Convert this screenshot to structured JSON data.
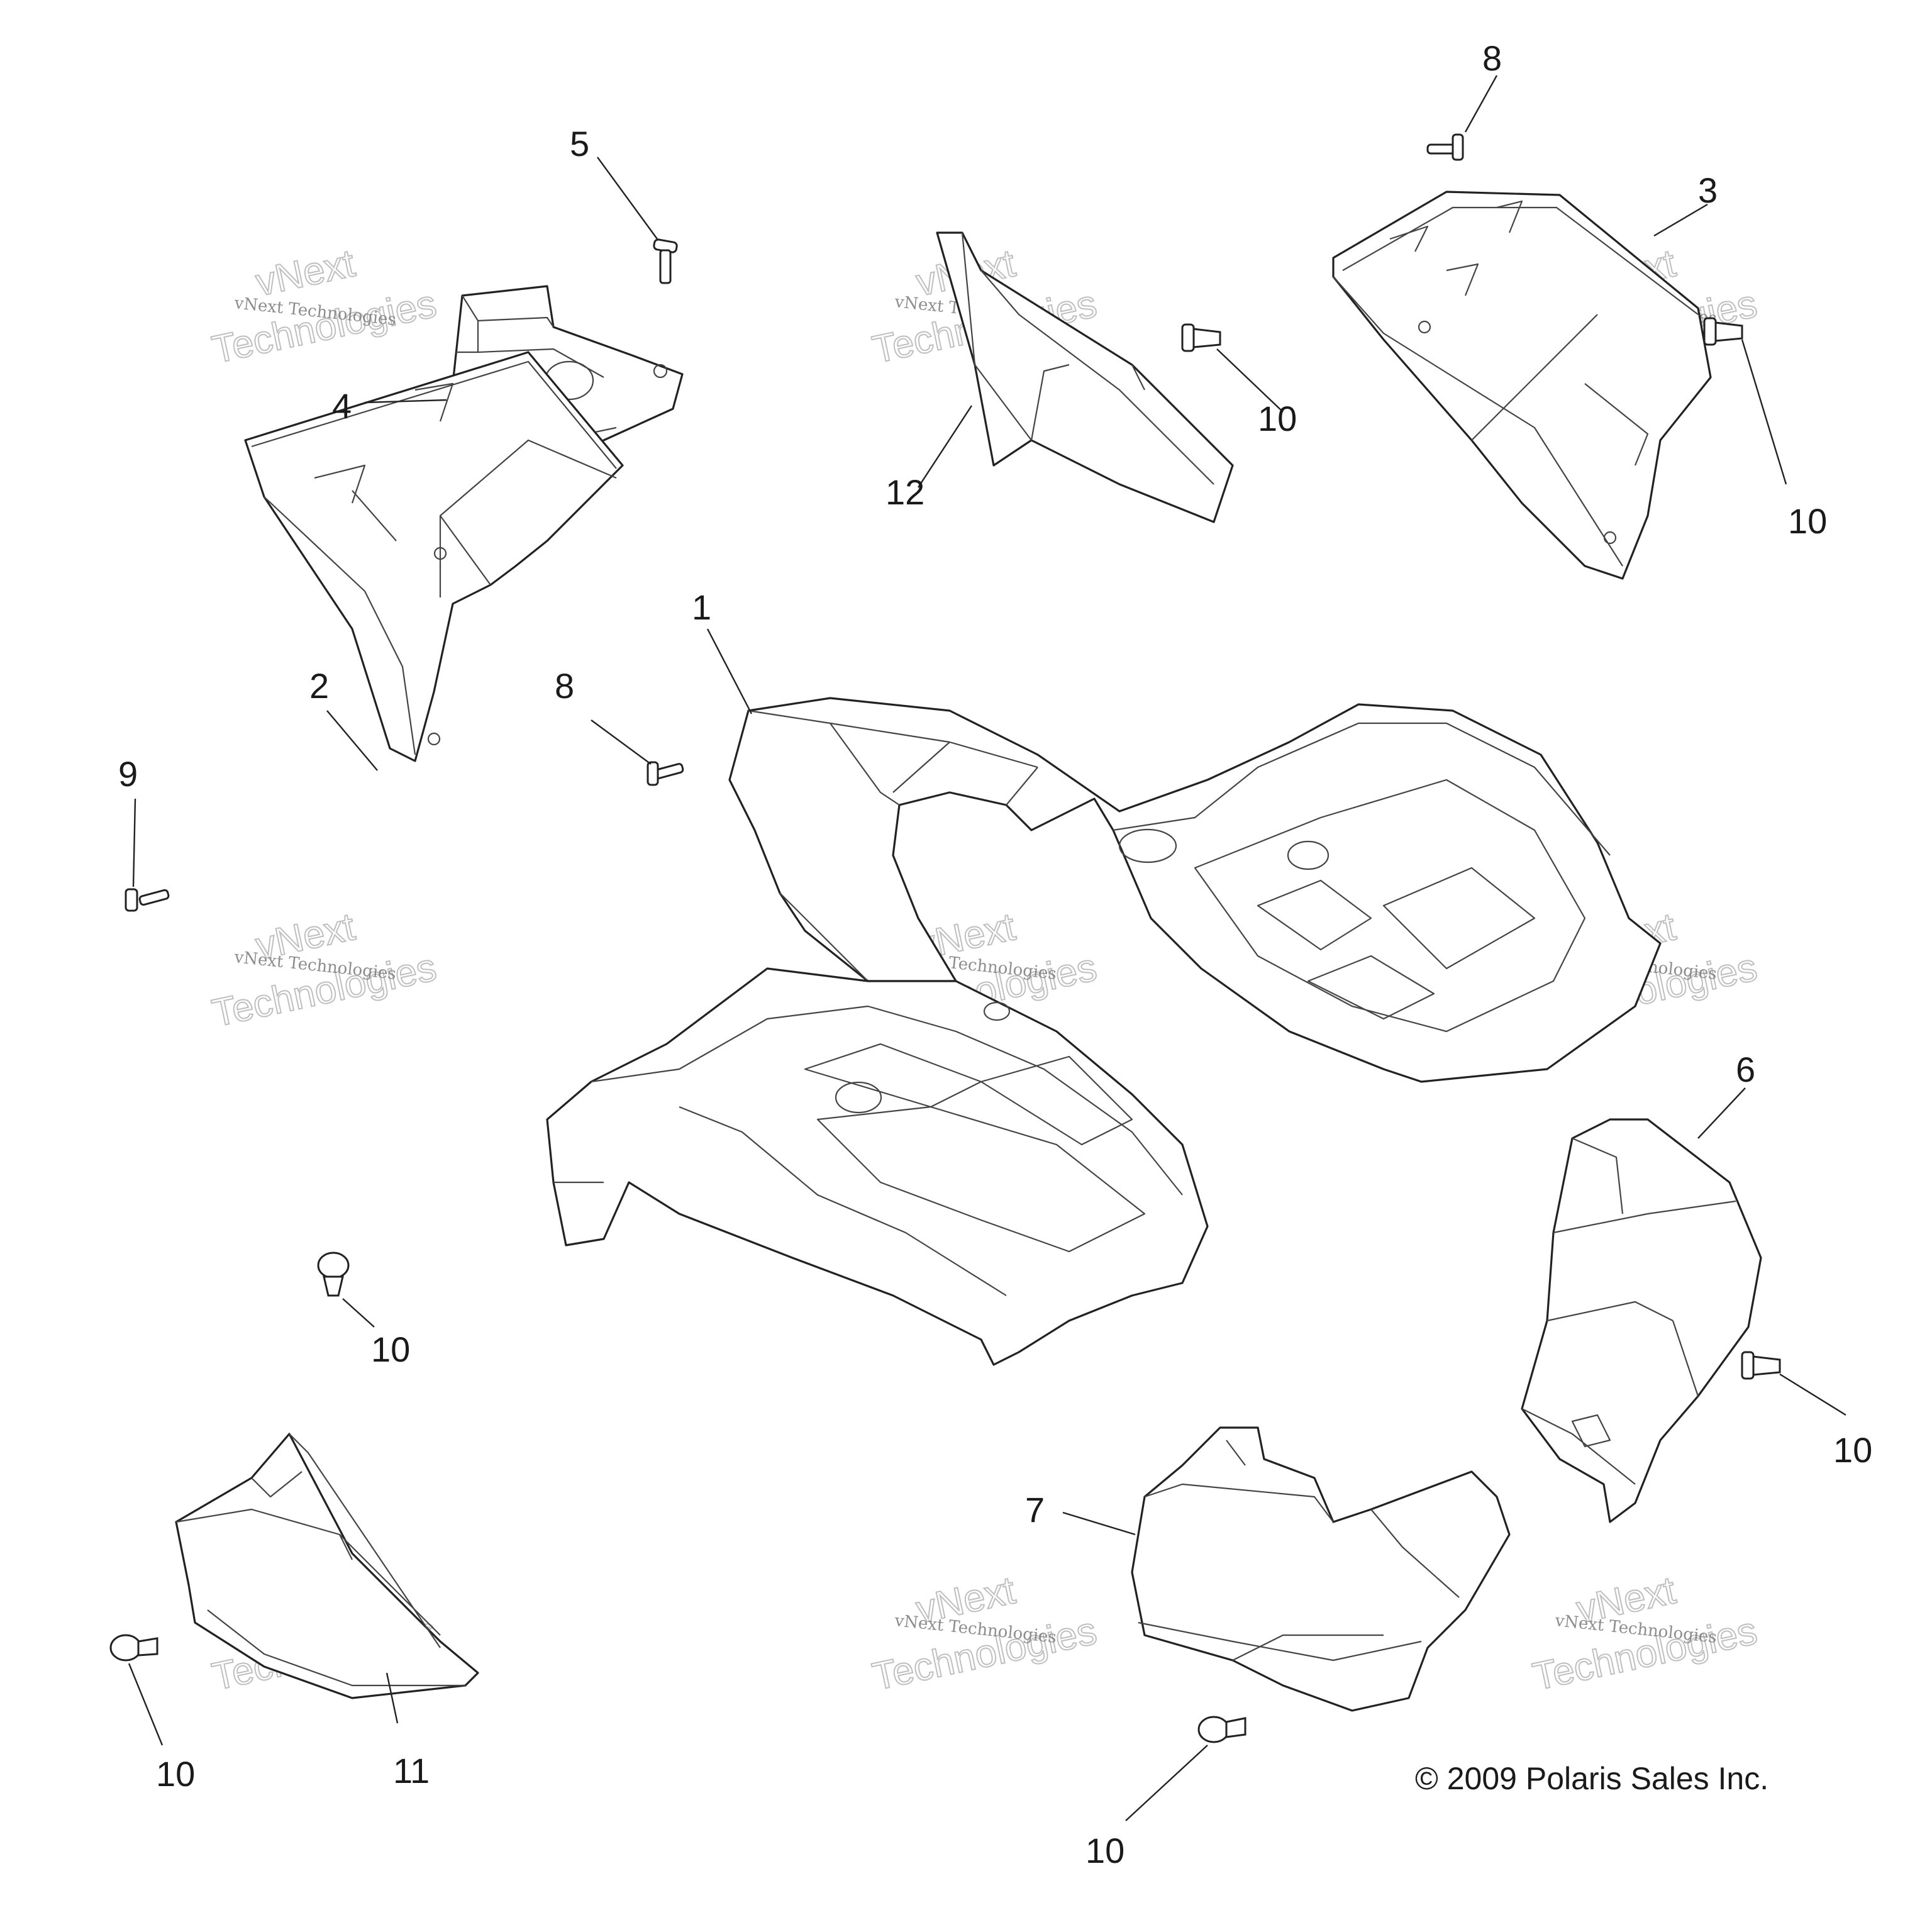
{
  "diagram": {
    "callouts": {
      "c1": "1",
      "c2": "2",
      "c3": "3",
      "c4": "4",
      "c5": "5",
      "c6": "6",
      "c7": "7",
      "c8a": "8",
      "c8b": "8",
      "c9": "9",
      "c11": "11",
      "c12": "12",
      "c10a": "10",
      "c10b": "10",
      "c10c": "10",
      "c10d": "10",
      "c10e": "10",
      "c10f": "10"
    },
    "watermark": {
      "line1": "vNext Technologies",
      "big": "Technologies",
      "small_top": "vNext"
    },
    "copyright": "© 2009 Polaris Sales Inc."
  }
}
